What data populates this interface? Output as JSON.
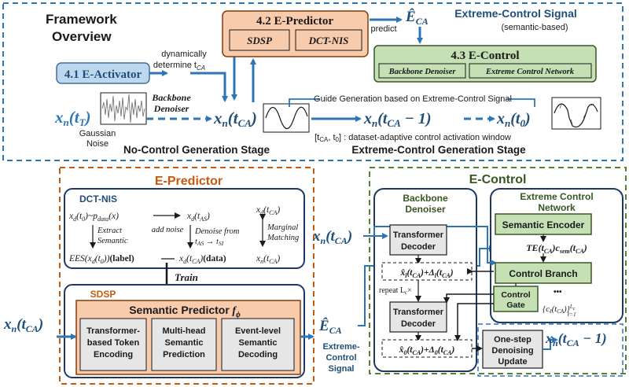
{
  "colors": {
    "dashed_blue": "#2e75b6",
    "dashed_orange": "#c55a11",
    "dashed_green": "#548235",
    "arrow_blue": "#2e75b6",
    "blue_box_fill": "#bdd7ee",
    "blue_box_stroke": "#41719c",
    "orange_fill": "#f8cbad",
    "orange_stroke": "#843c0c",
    "green_fill": "#c5e0b4",
    "green_stroke": "#385723",
    "teal_text": "#1f4e79",
    "title_orange": "#c55a11",
    "title_green": "#375623",
    "gray_fill": "#e7e6e6",
    "dark": "#1a1a1a"
  },
  "overview": {
    "title_line1": "Framework",
    "title_line2": "Overview",
    "e_activator": "4.1 E-Activator",
    "dyn_line1": "dynamically",
    "dyn_line2": "determine t",
    "dyn_sub": "CA",
    "e_predictor": "4.2 E-Predictor",
    "sdsp": "SDSP",
    "dct_nis": "DCT-NIS",
    "predict": "predict",
    "ehat_sub": "CA",
    "extreme_signal": "Extreme-Control Signal",
    "semantic_based": "(semantic-based)",
    "e_control": "4.3 E-Control",
    "backbone_denoiser_box": "Backbone Denoiser",
    "ecn_box": "Extreme Control Network",
    "backbone_line1": "Backbone",
    "backbone_line2": "Denoiser",
    "x_T": "x",
    "x_T_sub": "n",
    "x_T_arg": "(t",
    "x_T_argsub": "T",
    "gaussian1": "Gaussian",
    "gaussian2": "Noise",
    "guide": "Guide Generation based on Extreme-Control Signal",
    "window": "[t",
    "window_rest": ": dataset-adaptive control activation window",
    "no_control_stage": "No-Control Generation Stage",
    "extreme_stage": "Extreme-Control Generation Stage",
    "xtca": "x",
    "xtca_minus": "x",
    "xt0": "x"
  },
  "epredictor": {
    "title": "E-Predictor",
    "dct_nis": "DCT-NIS",
    "add_noise": "add noise",
    "extract1": "Extract",
    "extract2": "Semantic",
    "denoise1": "Denoise from",
    "marginal1": "Marginal",
    "marginal2": "Matching",
    "label": "(label)",
    "data": "(data)",
    "train": "Train",
    "sdsp": "SDSP",
    "semantic_predictor": "Semantic Predictor",
    "module1_l1": "Transformer-",
    "module1_l2": "based Token",
    "module1_l3": "Encoding",
    "module2_l1": "Multi-head",
    "module2_l2": "Semantic",
    "module2_l3": "Prediction",
    "module3_l1": "Event-level",
    "module3_l2": "Semantic",
    "module3_l3": "Decoding",
    "signal_l1": "Extreme-",
    "signal_l2": "Control",
    "signal_l3": "Signal"
  },
  "econtrol": {
    "title": "E-Control",
    "backbone_l1": "Backbone",
    "backbone_l2": "Denoiser",
    "ecn_l1": "Extreme Control",
    "ecn_l2": "Network",
    "transformer_l1": "Transformer",
    "transformer_l2": "Decoder",
    "repeat": "repeat L",
    "repeat_sub": "c",
    "semantic_encoder": "Semantic Encoder",
    "control_branch": "Control Branch",
    "control_gate_l1": "Control",
    "control_gate_l2": "Gate",
    "dots": "•••",
    "onestep_l1": "One-step",
    "onestep_l2": "Denoising",
    "onestep_l3": "Update"
  }
}
